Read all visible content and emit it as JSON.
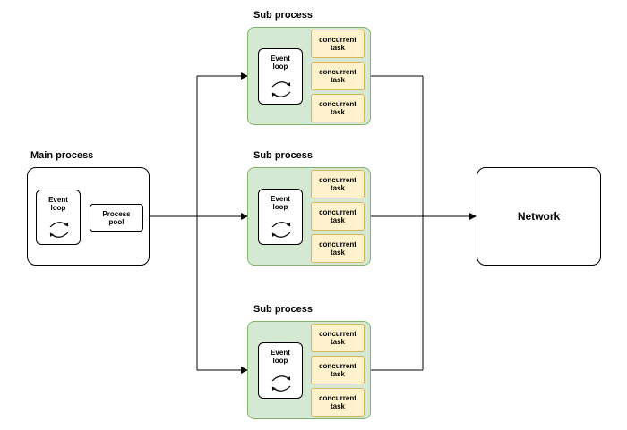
{
  "main_process": {
    "title": "Main process",
    "event_loop_label": "Event\nloop",
    "process_pool_label": "Process\npool"
  },
  "sub_processes": [
    {
      "title": "Sub process",
      "event_loop_label": "Event\nloop",
      "tasks": [
        "concurrent\ntask",
        "concurrent\ntask",
        "concurrent\ntask"
      ]
    },
    {
      "title": "Sub process",
      "event_loop_label": "Event\nloop",
      "tasks": [
        "concurrent\ntask",
        "concurrent\ntask",
        "concurrent\ntask"
      ]
    },
    {
      "title": "Sub process",
      "event_loop_label": "Event\nloop",
      "tasks": [
        "concurrent\ntask",
        "concurrent\ntask",
        "concurrent\ntask"
      ]
    }
  ],
  "network": {
    "label": "Network"
  },
  "colors": {
    "sub_fill": "#d5e8d4",
    "sub_border": "#82b366",
    "task_fill": "#fff2cc",
    "task_border": "#d6b656"
  },
  "icons": {
    "loop": "refresh-cycle-icon"
  }
}
